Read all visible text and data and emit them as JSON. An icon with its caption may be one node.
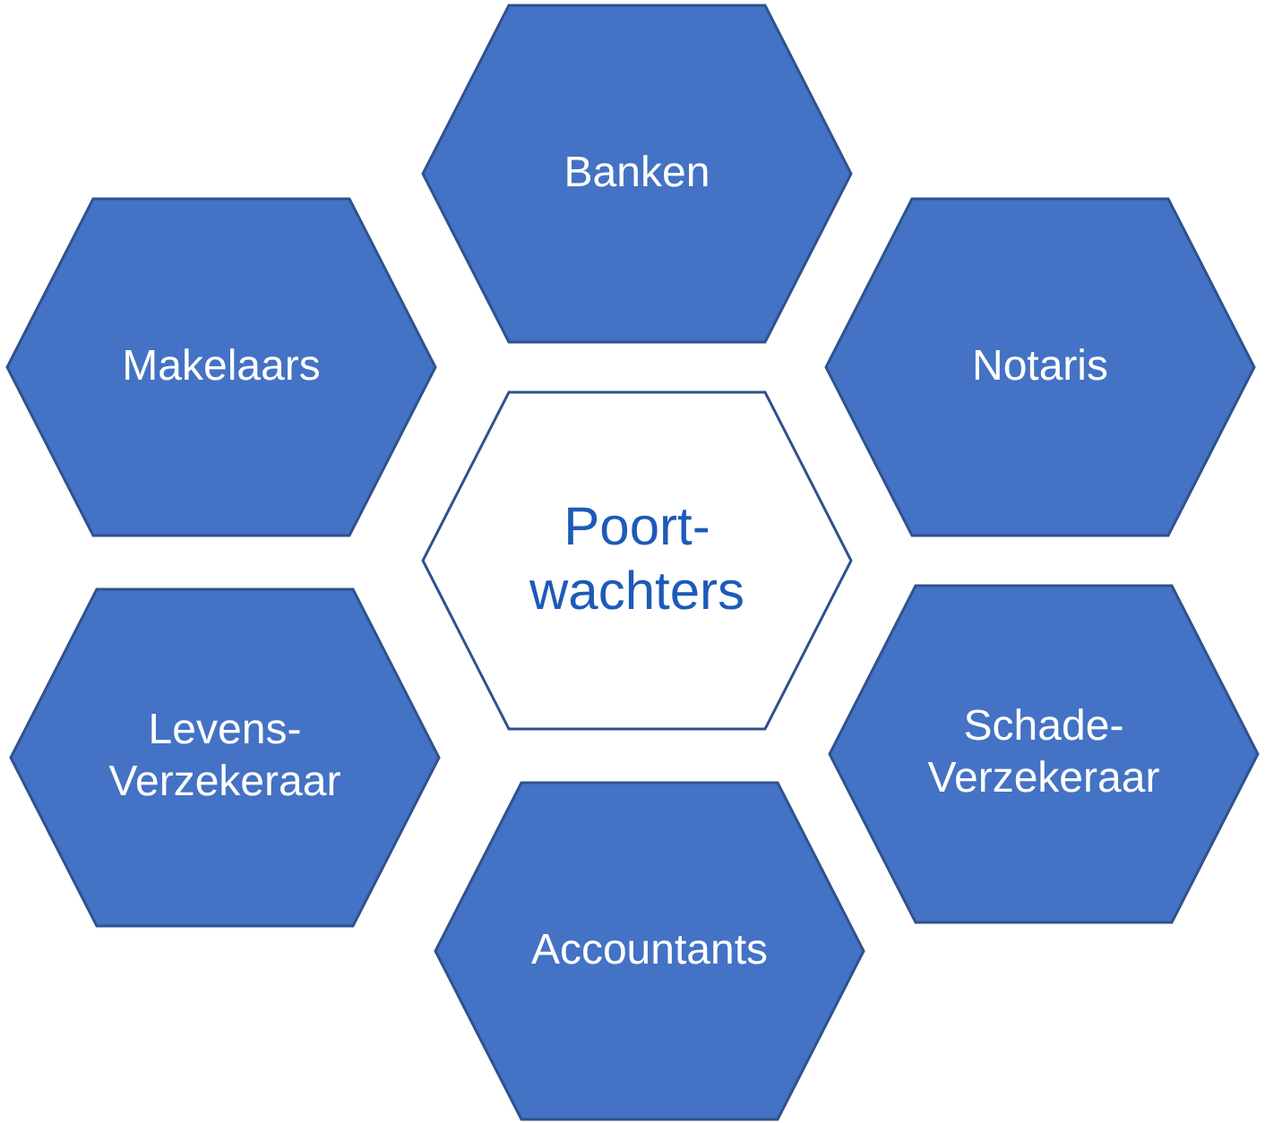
{
  "diagram": {
    "nodes": [
      {
        "text": [
          "Banken"
        ]
      },
      {
        "text": [
          "Makelaars"
        ]
      },
      {
        "text": [
          "Notaris"
        ]
      },
      {
        "text": [
          "Poort- wachters"
        ]
      },
      {
        "text": [
          "Levens- Verzekeraar"
        ]
      },
      {
        "text": [
          "Schade- Verzekeraar"
        ]
      },
      {
        "text": [
          "Accountants"
        ]
      }
    ]
  }
}
